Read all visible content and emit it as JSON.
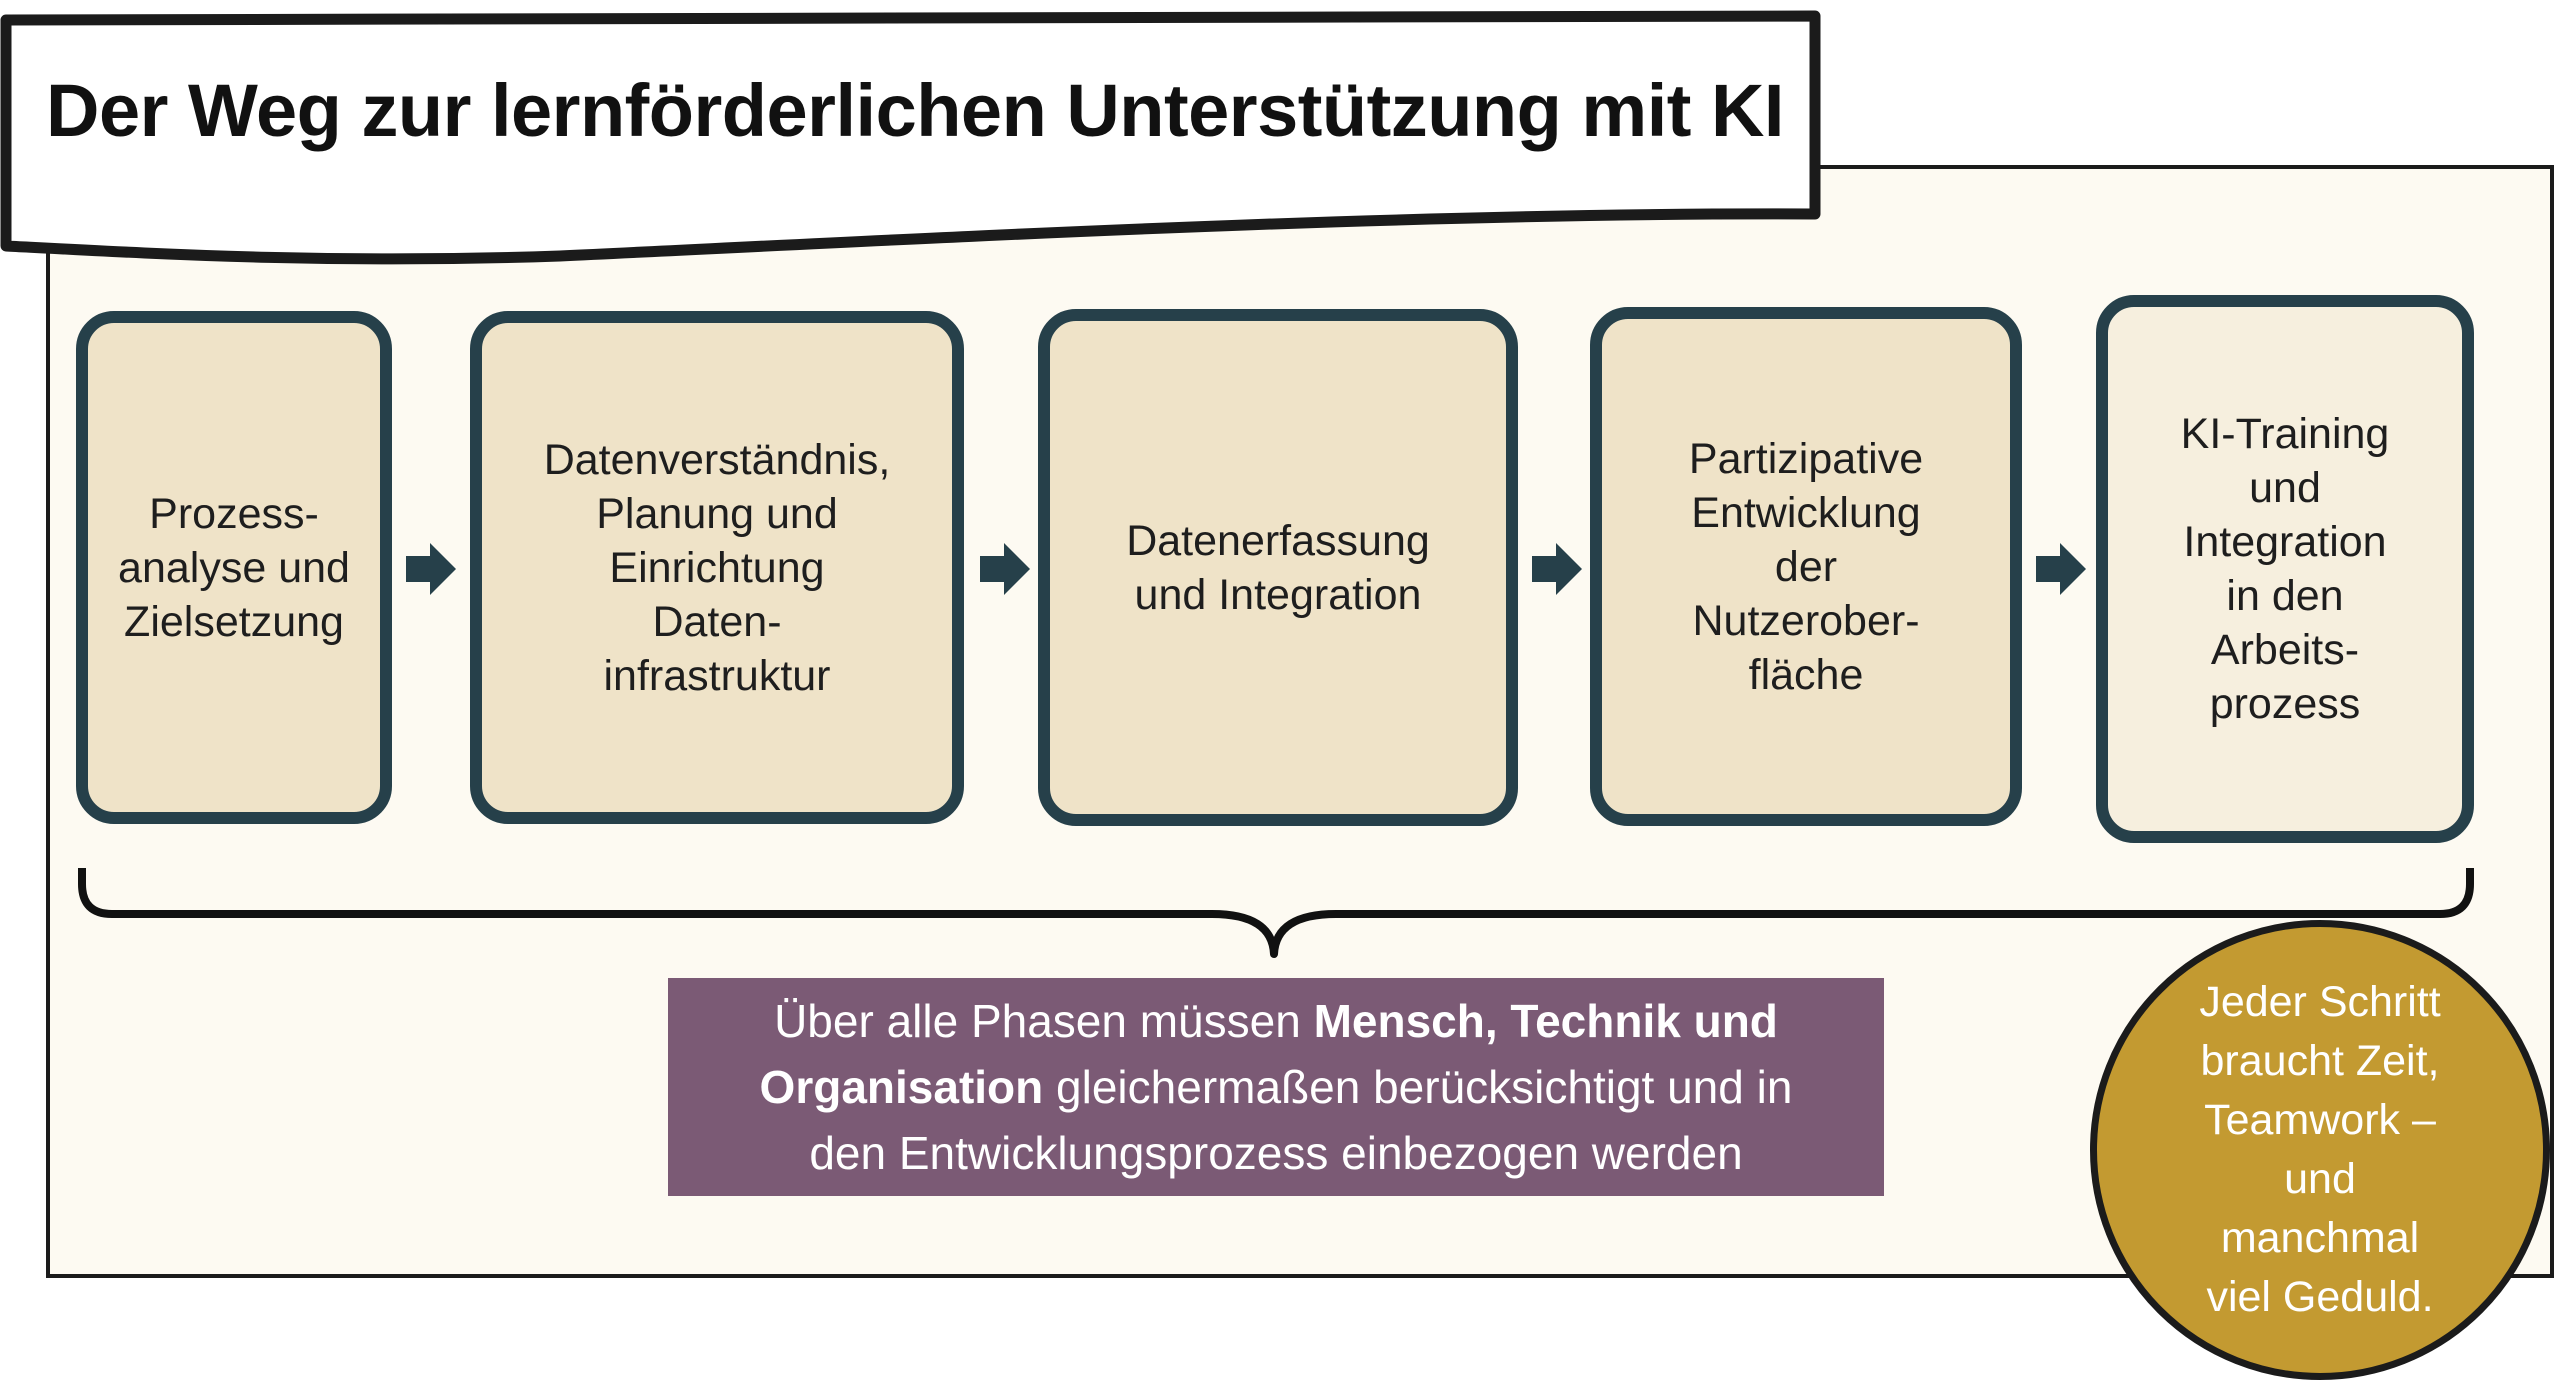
{
  "title": "Der Weg zur lernförderlichen Unterstützung mit KI",
  "steps": [
    {
      "label": "Prozess-\nanalyse und\nZielsetzung"
    },
    {
      "label": "Datenverständnis,\nPlanung und\nEinrichtung\nDaten-\ninfrastruktur"
    },
    {
      "label": "Datenerfassung\nund Integration"
    },
    {
      "label": "Partizipative\nEntwicklung\nder\nNutzerober-\nfläche"
    },
    {
      "label": "KI-Training\nund\nIntegration\nin den\nArbeits-\nprozess"
    }
  ],
  "summary": {
    "part1": "Über alle Phasen müssen ",
    "bold1": "Mensch, Technik und",
    "bold2": "Organisation",
    "part2": " gleichermaßen berücksichtigt und in",
    "part3": "den Entwicklungsprozess einbezogen werden"
  },
  "note": "Jeder Schritt\nbraucht Zeit,\nTeamwork –\nund\nmanchmal\nviel Geduld.",
  "colors": {
    "step_border": "#26404a",
    "step_fill": "#efe3c8",
    "panel_fill": "#fdfaf2",
    "summary_fill": "#7b5a75",
    "note_fill": "#c39a31"
  }
}
